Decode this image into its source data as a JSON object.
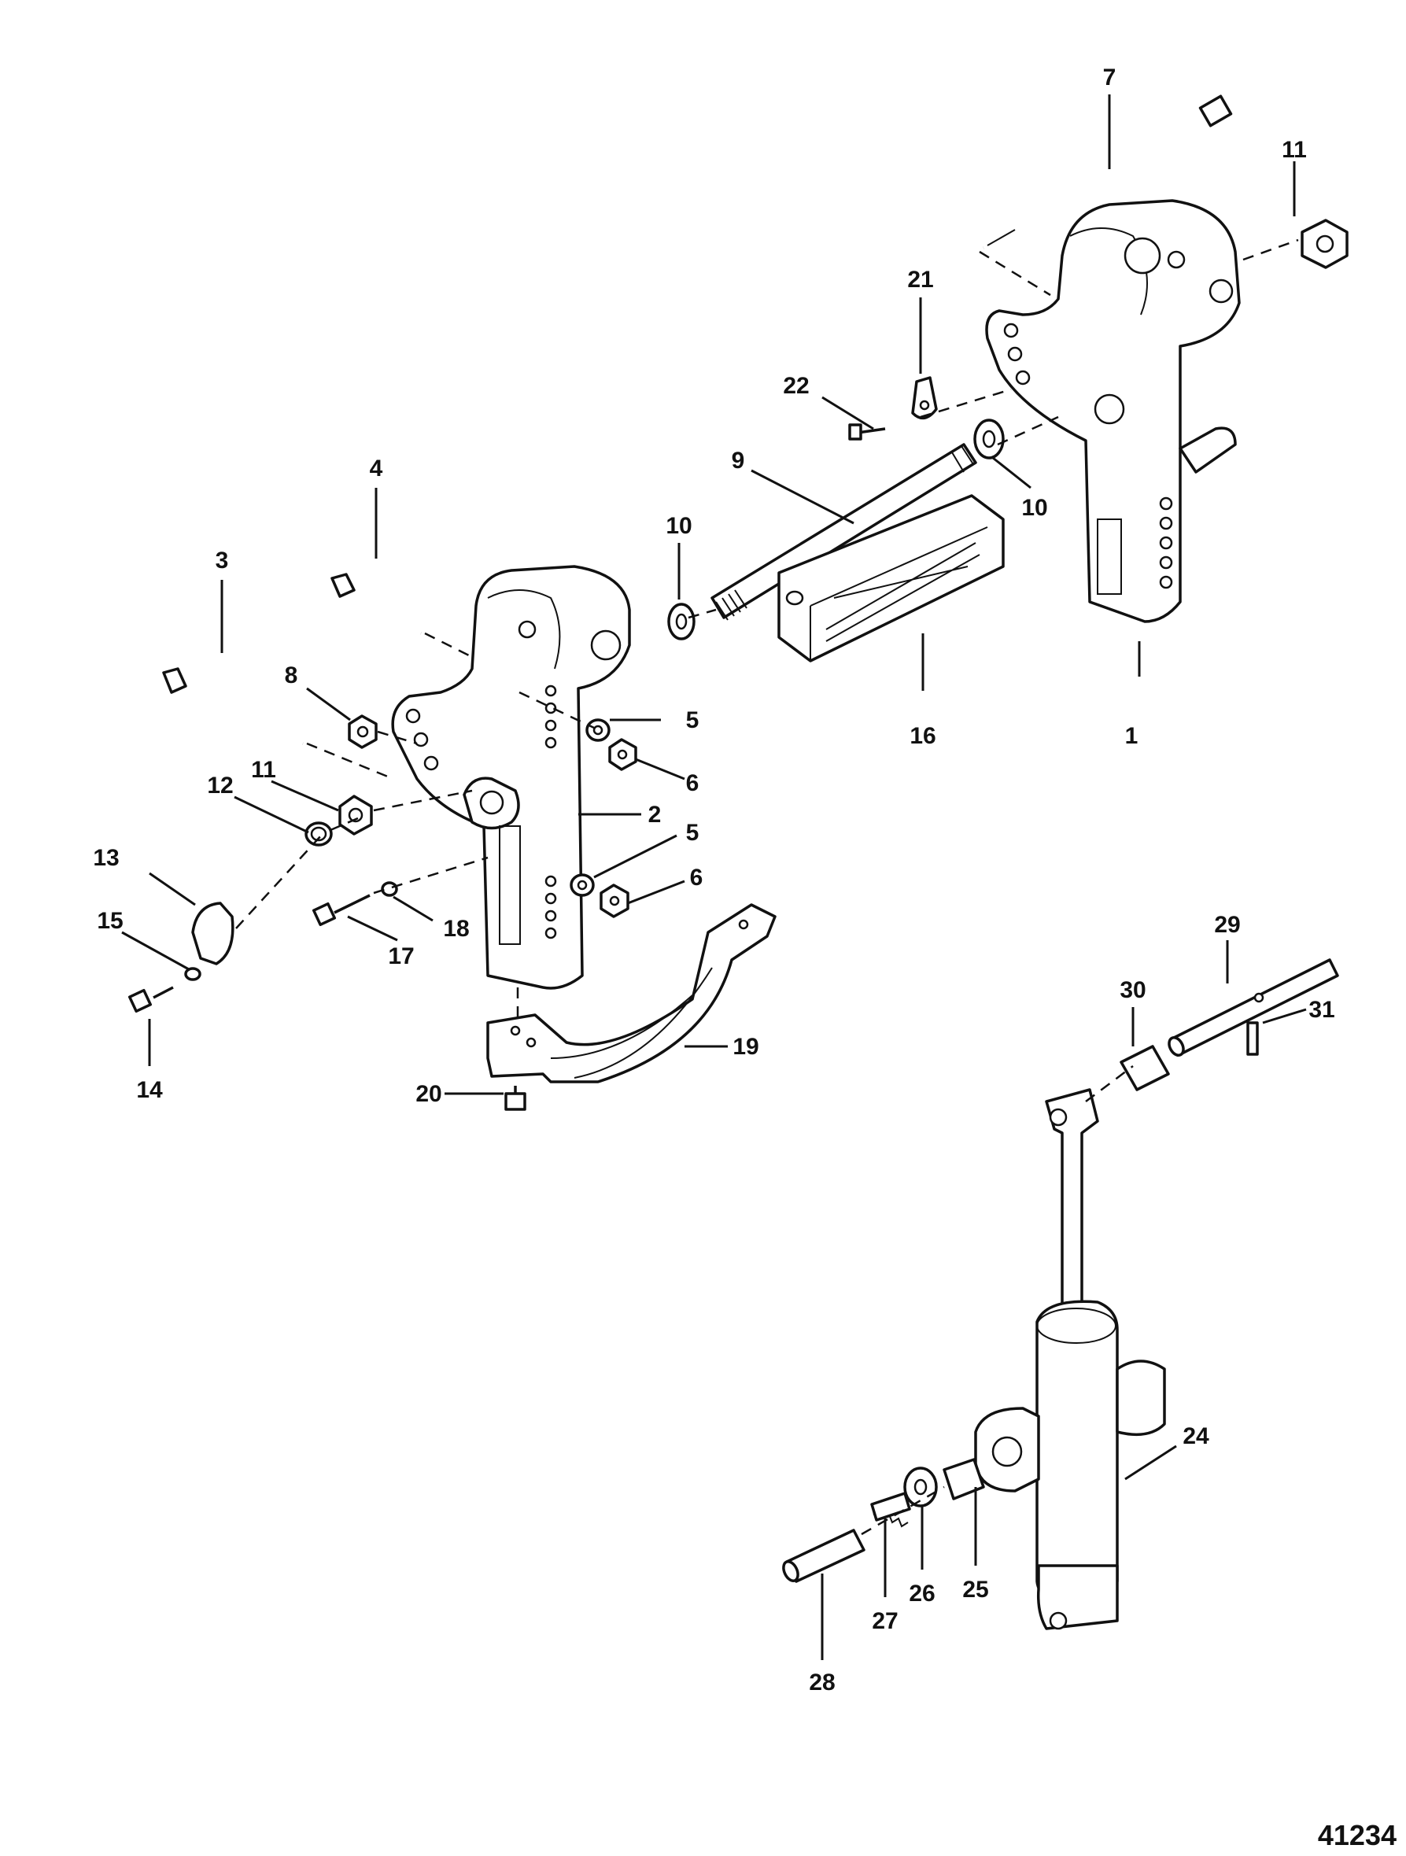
{
  "figure_id": "41234",
  "callouts": [
    {
      "id": "c1",
      "label": "1"
    },
    {
      "id": "c2",
      "label": "2"
    },
    {
      "id": "c3",
      "label": "3"
    },
    {
      "id": "c4",
      "label": "4"
    },
    {
      "id": "c5a",
      "label": "5"
    },
    {
      "id": "c5b",
      "label": "5"
    },
    {
      "id": "c6a",
      "label": "6"
    },
    {
      "id": "c6b",
      "label": "6"
    },
    {
      "id": "c7",
      "label": "7"
    },
    {
      "id": "c8",
      "label": "8"
    },
    {
      "id": "c9",
      "label": "9"
    },
    {
      "id": "c10a",
      "label": "10"
    },
    {
      "id": "c10b",
      "label": "10"
    },
    {
      "id": "c11a",
      "label": "11"
    },
    {
      "id": "c11b",
      "label": "11"
    },
    {
      "id": "c12",
      "label": "12"
    },
    {
      "id": "c13",
      "label": "13"
    },
    {
      "id": "c14",
      "label": "14"
    },
    {
      "id": "c15",
      "label": "15"
    },
    {
      "id": "c16",
      "label": "16"
    },
    {
      "id": "c17",
      "label": "17"
    },
    {
      "id": "c18",
      "label": "18"
    },
    {
      "id": "c19",
      "label": "19"
    },
    {
      "id": "c20",
      "label": "20"
    },
    {
      "id": "c21",
      "label": "21"
    },
    {
      "id": "c22",
      "label": "22"
    },
    {
      "id": "c24",
      "label": "24"
    },
    {
      "id": "c25",
      "label": "25"
    },
    {
      "id": "c26",
      "label": "26"
    },
    {
      "id": "c27",
      "label": "27"
    },
    {
      "id": "c28",
      "label": "28"
    },
    {
      "id": "c29",
      "label": "29"
    },
    {
      "id": "c30",
      "label": "30"
    },
    {
      "id": "c31",
      "label": "31"
    }
  ]
}
